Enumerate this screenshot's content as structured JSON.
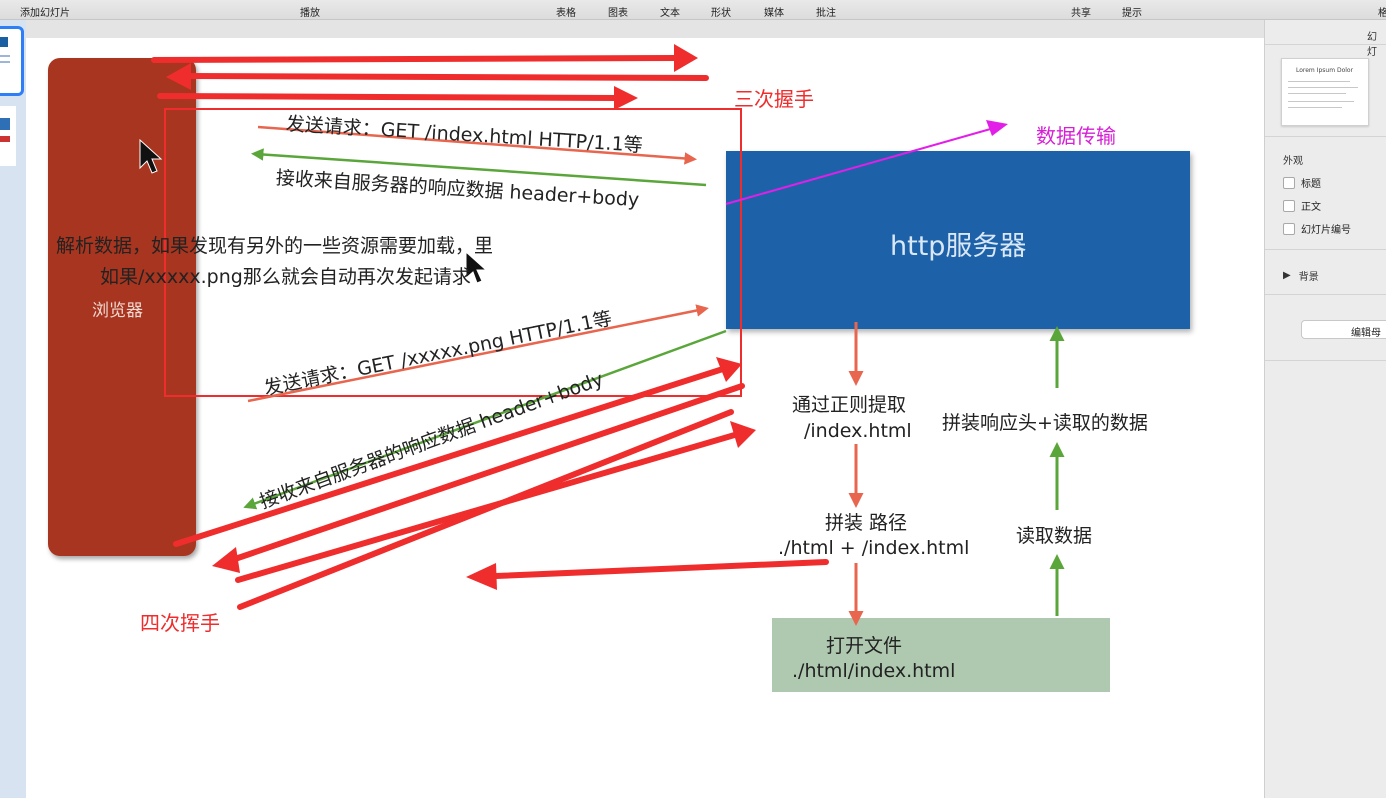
{
  "toolbar": {
    "add_slide": "添加幻灯片",
    "play": "播放",
    "table": "表格",
    "chart": "图表",
    "text": "文本",
    "shape": "形状",
    "media": "媒体",
    "comment": "批注",
    "share": "共享",
    "tips": "提示",
    "format_partial": "格"
  },
  "slide": {
    "browser_label": "浏览器",
    "server_label": "http服务器",
    "step_regex_1": "通过正则提取",
    "step_regex_2": "/index.html",
    "step_join_1": "拼装 路径",
    "step_join_2": "./html + /index.html",
    "step_open_1": "打开文件",
    "step_open_2": "./html/index.html",
    "step_read": "读取数据",
    "step_assemble": "拼装响应头+读取的数据",
    "req1": "发送请求：GET /index.html HTTP/1.1等",
    "resp1": "接收来自服务器的响应数据 header+body",
    "parse_1": "解析数据，如果发现有另外的一些资源需要加载，里",
    "parse_2": "如果/xxxxx.png那么就会自动再次发起请求",
    "req2": "发送请求：GET /xxxxx.png HTTP/1.1等",
    "resp2": "接收来自服务器的响应数据 header+body"
  },
  "annotations": {
    "three_way": "三次握手",
    "data_transfer": "数据传输",
    "four_way": "四次挥手",
    "annotation_red": "#ef2d2d",
    "annotation_pink": "#e21ee8"
  },
  "inspector": {
    "title_partial": "幻灯",
    "style_card_title": "Lorem Ipsum Dolor",
    "appearance": "外观",
    "opt_title": "标题",
    "opt_body": "正文",
    "opt_slide_number": "幻灯片编号",
    "background": "背景",
    "edit_master_partial": "编辑母"
  },
  "colors": {
    "browser_box": "#a8351f",
    "server_box": "#1d62a9",
    "file_box": "#aec9b0",
    "request_arrow": "#e8654e",
    "response_arrow": "#5aa63a"
  }
}
